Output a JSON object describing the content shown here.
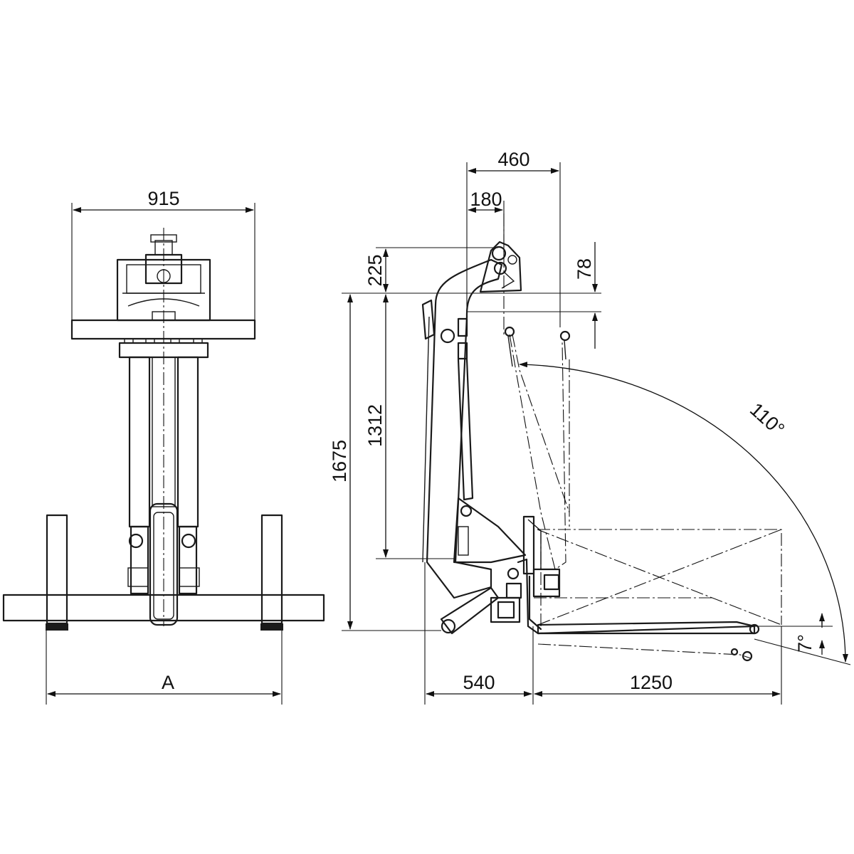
{
  "front_view": {
    "width_dim": "915",
    "base_width_label": "A"
  },
  "side_view": {
    "overall_height": "1675",
    "column_height": "1312",
    "head_height": "225",
    "top_offset": "78",
    "top_width": "460",
    "hook_offset": "180",
    "base_depth": "540",
    "fork_length": "1250",
    "rotation_angle": "110°",
    "tilt_angle": "7°"
  }
}
